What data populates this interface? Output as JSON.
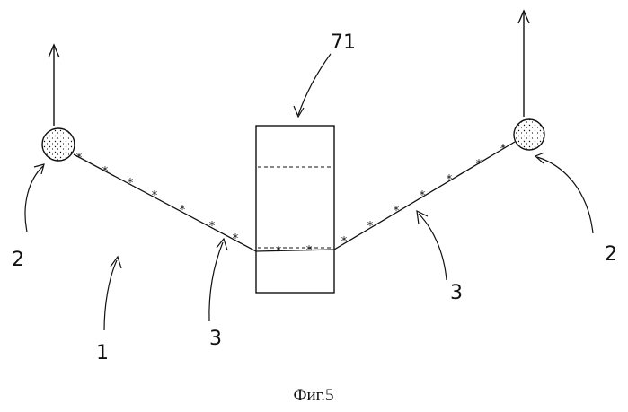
{
  "labels": {
    "device": "71",
    "left_ball": "2",
    "right_ball": "2",
    "left_strand": "3",
    "right_strand": "3",
    "assembly": "1"
  },
  "caption": "Фиг.5",
  "colors": {
    "ink": "#111111",
    "paper": "#ffffff"
  }
}
